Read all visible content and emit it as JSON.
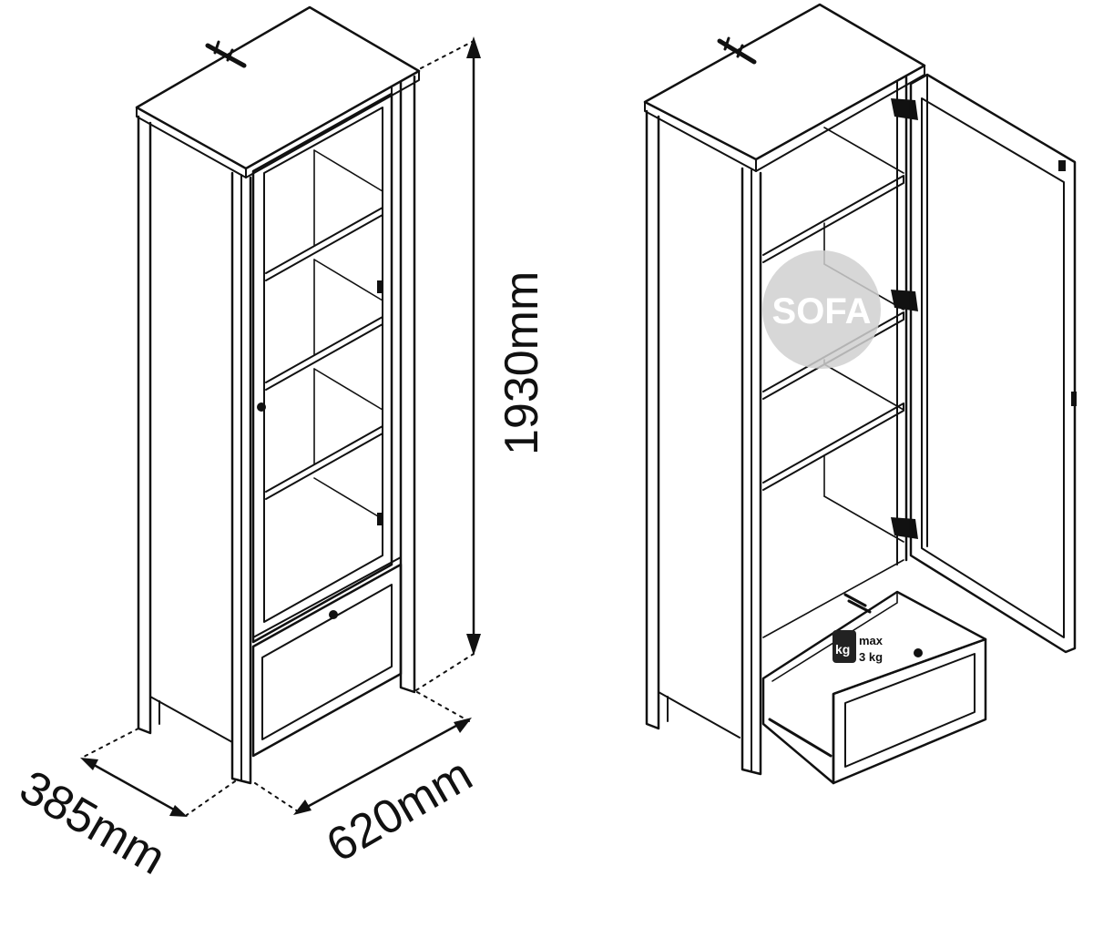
{
  "dimensions": {
    "height": "1930mm",
    "width": "620mm",
    "depth": "385mm"
  },
  "drawer_load": {
    "unit_icon": "kg",
    "limit_line1": "max",
    "limit_line2": "3 kg"
  },
  "watermark": {
    "text": "SOFA"
  },
  "icons": [
    "assembly-hardware-icon",
    "weight-kg-icon"
  ],
  "colors": {
    "line": "#111111",
    "background": "#ffffff",
    "watermark": "#cfcfcf"
  }
}
